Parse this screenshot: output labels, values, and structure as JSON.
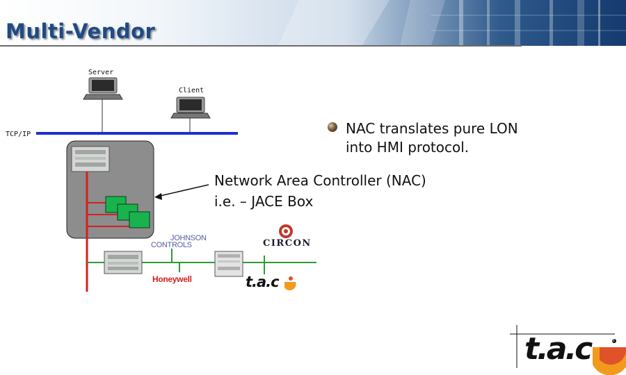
{
  "header": {
    "title": "Multi-Vendor"
  },
  "diagram": {
    "server_label": "Server",
    "client_label": "Client",
    "network_label": "TCP/IP",
    "bullet": {
      "line1": "NAC translates pure LON",
      "line2": "into HMI protocol."
    },
    "nac_callout": {
      "line1": "Network Area Controller (NAC)",
      "line2": "i.e. – JACE Box"
    },
    "vendors": {
      "johnson_l1": "JOHNSON",
      "johnson_l2": "CONTROLS",
      "honeywell": "Honeywell",
      "circon": "CIRCON",
      "tac": "t.a.c"
    }
  },
  "footer": {
    "logo": "t.a.c"
  },
  "colors": {
    "title": "#1f4a86",
    "tcpip_bus": "#1c2fcf",
    "lon_trunk": "#d42020",
    "lon_bus": "#2e9a33",
    "module": "#19b34d",
    "enclosure": "#8d8d8d"
  }
}
